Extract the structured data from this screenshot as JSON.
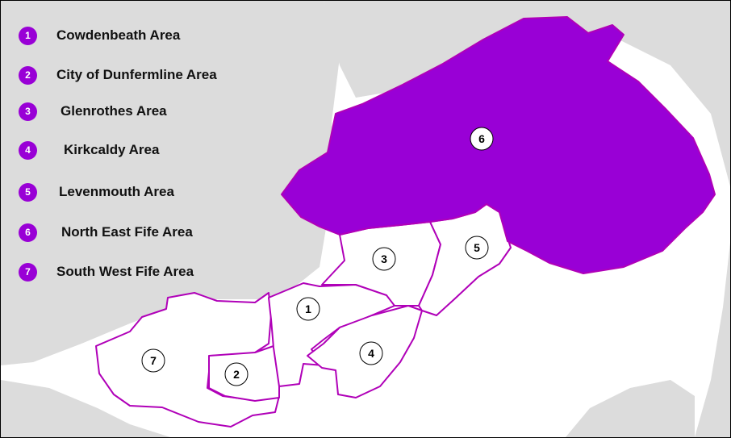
{
  "colors": {
    "land": "#dcdcdc",
    "water": "#ffffff",
    "highlight_fill": "#9900d6",
    "area_border": "#b000b8",
    "area_fill": "#ffffff",
    "label_text": "#000000"
  },
  "legend": [
    {
      "number": "1",
      "label": "Cowdenbeath Area"
    },
    {
      "number": "2",
      "label": "City of Dunfermline Area"
    },
    {
      "number": "3",
      "label": "Glenrothes Area"
    },
    {
      "number": "4",
      "label": "Kirkcaldy Area"
    },
    {
      "number": "5",
      "label": "Levenmouth Area"
    },
    {
      "number": "6",
      "label": "North East Fife Area"
    },
    {
      "number": "7",
      "label": "South West Fife Area"
    }
  ],
  "areas": {
    "a1": {
      "number": "1",
      "highlighted": false
    },
    "a2": {
      "number": "2",
      "highlighted": false
    },
    "a3": {
      "number": "3",
      "highlighted": false
    },
    "a4": {
      "number": "4",
      "highlighted": false
    },
    "a5": {
      "number": "5",
      "highlighted": false
    },
    "a6": {
      "number": "6",
      "highlighted": true
    },
    "a7": {
      "number": "7",
      "highlighted": false
    }
  }
}
